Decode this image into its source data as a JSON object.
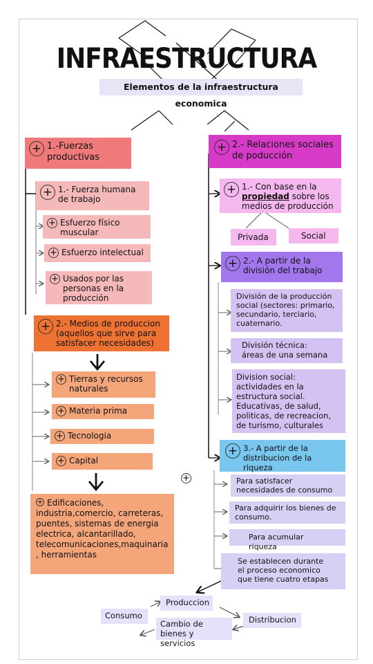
{
  "title": "INFRAESTRUCTURA",
  "subtitle": "Elementos de la infraestructura economica",
  "left": {
    "heading": "1.-Fuerzas productivas",
    "fuerza_humana": "1.- Fuerza humana de trabajo",
    "fuerza_items": [
      "Esfuerzo físico muscular",
      "Esfuerzo intelectual",
      "Usados por las personas en la producción"
    ],
    "medios": "2.- Medios de produccion (aquellos que sirve para satisfacer necesidades)",
    "medios_items": [
      "Tierras y recursos naturales",
      "Materia prima",
      "Tecnologia",
      "Capital"
    ],
    "capital_detail": "Edificaciones, industria,comercio, carreteras, puentes, sistemas de energia electrica, alcantarillado, telecomunicaciones,maquinaria , herramientas"
  },
  "right": {
    "heading": "2.- Relaciones sociales de poducción",
    "propiedad_pre": "1.- Con base en la ",
    "propiedad_key": "propiedad",
    "propiedad_post": " sobre los medios de producción",
    "propiedad_types": [
      "Privada",
      "Social"
    ],
    "division": "2.- A partir de la división del trabajo",
    "division_items": [
      "División de la producción social (sectores: primario, secundario, terciario, cuaternario.",
      "División técnica: áreas de una semana",
      "Division social: actividades en la estructura social. Educativas, de salud, politicas, de recreacion, de turismo, culturales"
    ],
    "riqueza": "3.- A partir de la distribucion de la riqueza",
    "riqueza_items": [
      "Para satisfacer necesidades de consumo",
      "Para adquirir los bienes de consumo.",
      "Para acumular riqueza",
      "Se establecen durante el proceso economico que tiene cuatro etapas"
    ]
  },
  "cycle": {
    "produccion": "Produccion",
    "distribucion": "Distribucion",
    "cambio": "Cambio de bienes y servicios",
    "consumo": "Consumo"
  },
  "colors": {
    "fuerzas": "#f07a7a",
    "fuerzas_light": "#f5b9b9",
    "medios": "#ee7333",
    "medios_light": "#f4a67a",
    "relaciones": "#d63ac7",
    "propiedad": "#f5b8ee",
    "division": "#a277ee",
    "division_items": "#d4c2f2",
    "riqueza": "#79c6ee",
    "riqueza_items": "#d6d0f5",
    "subtitle_bg": "#e6e4f7"
  }
}
